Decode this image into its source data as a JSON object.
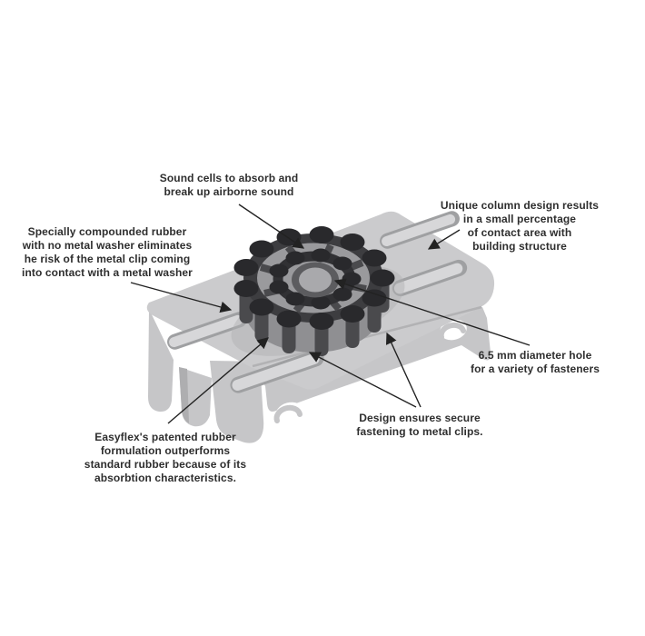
{
  "diagram": {
    "description": "Exploded annotated illustration of an Easyflex rubber sound-isolation mount seated on a slotted metal clip",
    "labels": {
      "sound_cells": {
        "lines": [
          "Sound cells to absorb and",
          "break up airborne sound"
        ]
      },
      "column_design": {
        "lines": [
          "Unique column design results",
          "in a small percentage",
          "of contact area with",
          "building structure"
        ]
      },
      "rubber_compound": {
        "lines": [
          "Specially compounded rubber",
          "with no metal washer eliminates",
          "he risk of the metal clip coming",
          "into contact with a metal washer"
        ]
      },
      "fastener_hole": {
        "lines": [
          "6.5 mm diameter hole",
          "for a variety of fasteners"
        ]
      },
      "secure_fastening": {
        "lines": [
          "Design ensures secure",
          "fastening to metal clips."
        ]
      },
      "rubber_formulation": {
        "lines": [
          "Easyflex's patented rubber",
          "formulation outperforms",
          "standard rubber because of its",
          "absorbtion characteristics."
        ]
      }
    },
    "colors": {
      "text": "#2e2e2e",
      "arrow": "#222222",
      "clip_plate": "#cbcbcd",
      "clip_web": "#c6c6c8",
      "clip_shade": "#aeaeb0",
      "slot_rim": "#9fa0a2",
      "slot_inner": "#d7d7d9",
      "rubber_column": "#4a4a4d",
      "rubber_knob": "#29292c",
      "rubber_wall": "#8f8f92",
      "rubber_ring": "#3d3d40",
      "rubber_top": "#9a9a9d",
      "hole_ring": "#5c5c5f",
      "hole_fill": "#a9a9ac"
    }
  }
}
